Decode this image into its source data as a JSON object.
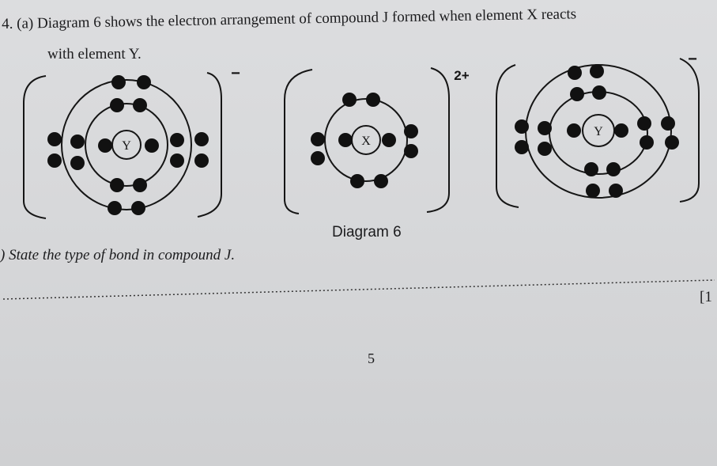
{
  "question": {
    "intro_line1": "4. (a) Diagram 6 shows the electron arrangement of compound J formed when element X reacts",
    "intro_line2": "with element Y.",
    "caption": "Diagram 6",
    "sub_question": ") State the type of bond in compound J.",
    "mark": "[1",
    "page_number": "5"
  },
  "diagram": {
    "ions": [
      {
        "nucleus_label": "Y",
        "charge": "−"
      },
      {
        "nucleus_label": "X",
        "charge": "2+"
      },
      {
        "nucleus_label": "Y",
        "charge": "−"
      }
    ]
  }
}
